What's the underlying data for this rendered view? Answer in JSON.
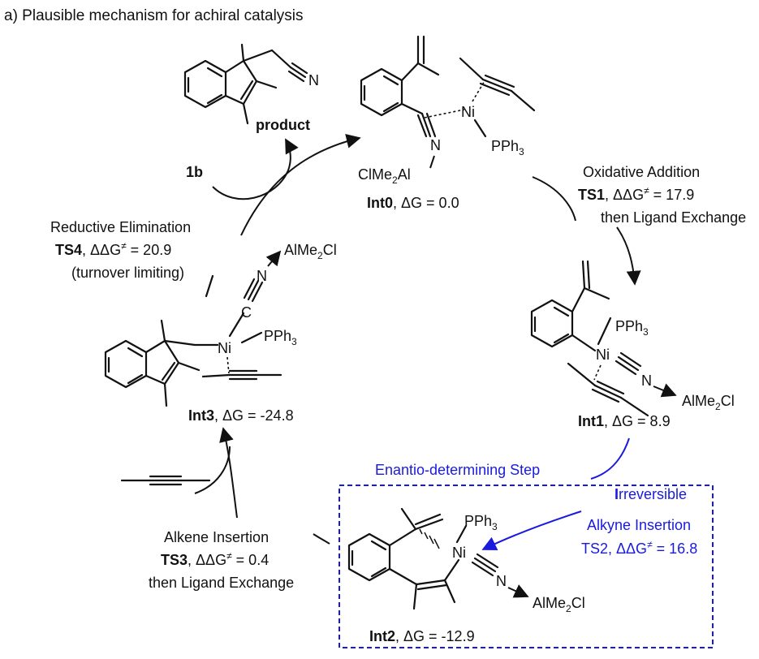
{
  "heading": "a) Plausible mechanism for achiral catalysis",
  "species": {
    "int0": {
      "name": "Int0",
      "energy": ", ΔG = 0.0"
    },
    "int1": {
      "name": "Int1",
      "energy": ", ΔG = 8.9"
    },
    "int2": {
      "name": "Int2",
      "energy": ", ΔG = -12.9"
    },
    "int3": {
      "name": "Int3",
      "energy": ", ΔG = -24.8"
    }
  },
  "labels": {
    "product": "product",
    "substrate": "1b"
  },
  "steps": {
    "oxidative": {
      "line1": "Oxidative Addition",
      "ts": "TS1",
      "ddg": ", ΔΔG",
      "ddg_val": " = 17.9",
      "line3": "then Ligand Exchange"
    },
    "reductive": {
      "line1": "Reductive Elimination",
      "ts": "TS4",
      "ddg": ", ΔΔG",
      "ddg_val": " = 20.9",
      "line3": "(turnover limiting)"
    },
    "alkene": {
      "line1": "Alkene Insertion",
      "ts": "TS3",
      "ddg": ", ΔΔG",
      "ddg_val": " = 0.4",
      "line3": "then Ligand Exchange"
    },
    "alkyne": {
      "line0_cap": "I",
      "line0": "rreversible",
      "line1": "Alkyne Insertion",
      "ts": "TS2, ΔΔG",
      "ddg_val": " = 16.8"
    },
    "enantio": "Enantio-determining Step"
  },
  "atoms": {
    "N": "N",
    "Ni": "Ni",
    "C": "C",
    "PPh": "PPh",
    "three": "3",
    "AlMe": "AlMe",
    "two": "2",
    "Cl": "Cl",
    "ClMe": "ClMe",
    "Al": "Al",
    "ne": "≠"
  },
  "colors": {
    "accent": "#1a1adf",
    "ink": "#111111"
  }
}
